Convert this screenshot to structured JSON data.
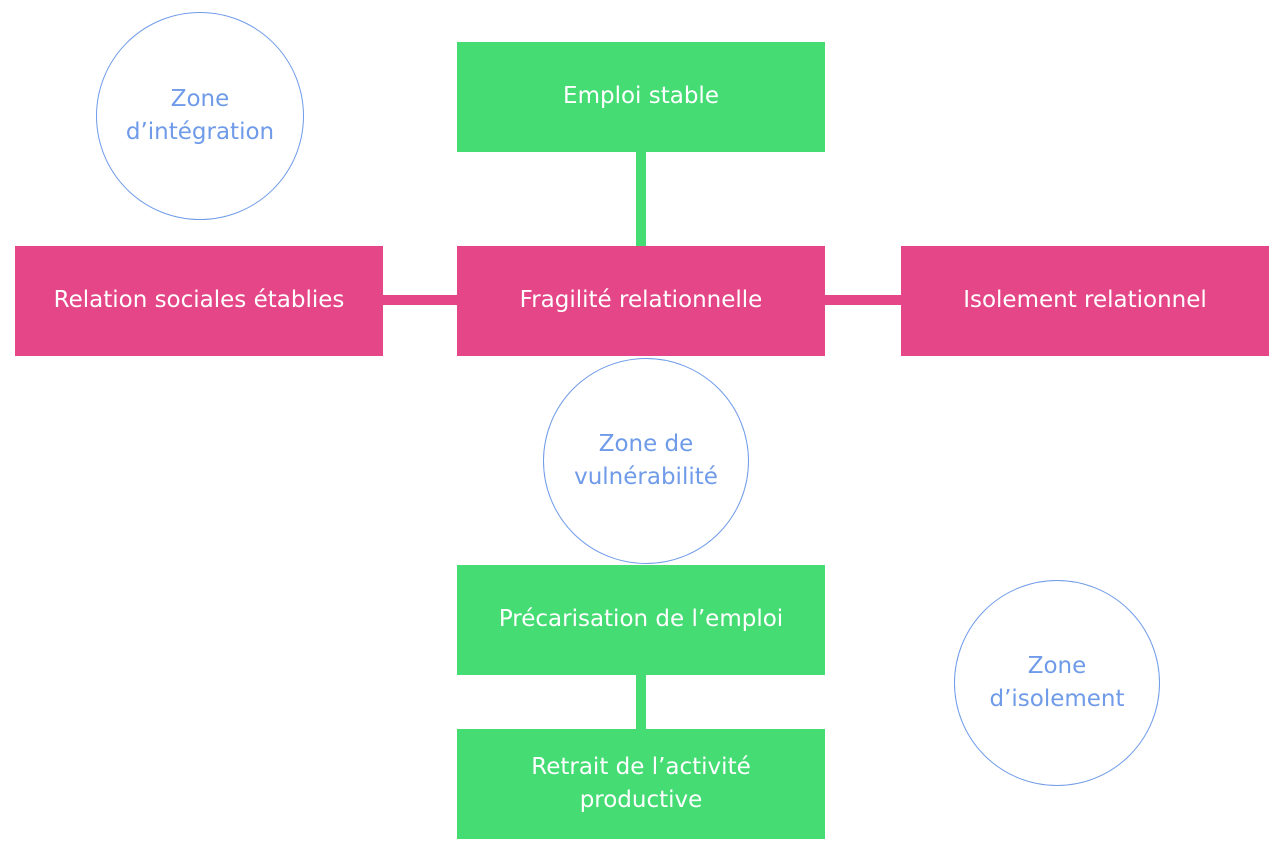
{
  "boxes": {
    "emploi_stable": "Emploi stable",
    "relations_etablies": "Relation sociales établies",
    "fragilite": "Fragilité relationnelle",
    "isolement_rel": "Isolement relationnel",
    "precarisation": "Précarisation de l’emploi",
    "retrait_line1": "Retrait de l’activité",
    "retrait_line2": "productive"
  },
  "zones": {
    "integration_line1": "Zone",
    "integration_line2": "d’intégration",
    "vulnerabilite_line1": "Zone de",
    "vulnerabilite_line2": "vulnérabilité",
    "isolement_line1": "Zone",
    "isolement_line2": "d’isolement"
  },
  "colors": {
    "employment_axis": "#45dc74",
    "relational_axis": "#e54687",
    "zone_outline": "#6f9be9"
  }
}
